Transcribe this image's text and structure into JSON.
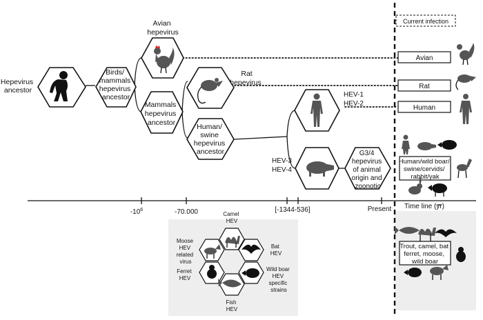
{
  "current_infection": "Current infection",
  "nodes": {
    "hepevirus_ancestor": [
      "Hepevirus",
      "ancestor"
    ],
    "birds_mammals": [
      "Birds/",
      "mammals",
      "hepevirus",
      "ancestor"
    ],
    "avian": [
      "Avian",
      "hepevirus"
    ],
    "mammals": [
      "Mammals",
      "hepevirus",
      "ancestor"
    ],
    "rat": [
      "Rat",
      "hepevirus"
    ],
    "human_swine": [
      "Human/",
      "swine",
      "hepevirus",
      "ancestor"
    ],
    "hev12": [
      "HEV-1",
      "HEV-2"
    ],
    "hev34": [
      "HEV-3",
      "HEV-4"
    ],
    "g34": [
      "G3/4",
      "hepevirus",
      "of animal",
      "origin and",
      "zoonotic"
    ]
  },
  "hosts": {
    "avian": "Avian",
    "rat": "Rat",
    "human": "Human",
    "multi": [
      "Human/wild boar/",
      "swine/cervids/",
      "rabbit/yak"
    ],
    "others": [
      "Trout, camel, bat",
      "ferret, moose,",
      "wild boar"
    ]
  },
  "timeline": {
    "ticks": [
      "-10",
      "-70.000",
      "[-1344-536]",
      "Present"
    ],
    "exp": "6",
    "label": "Time line (yr)"
  },
  "hexgrid": {
    "camel": [
      "Camel",
      "HEV"
    ],
    "bat": [
      "Bat",
      "HEV"
    ],
    "moose": [
      "Moose",
      "HEV",
      "related",
      "virus"
    ],
    "ferret": [
      "Ferret",
      "HEV"
    ],
    "wildboar": [
      "Wild boar",
      "HEV",
      "specific",
      "strains"
    ],
    "fish": [
      "Fish",
      "HEV"
    ]
  }
}
